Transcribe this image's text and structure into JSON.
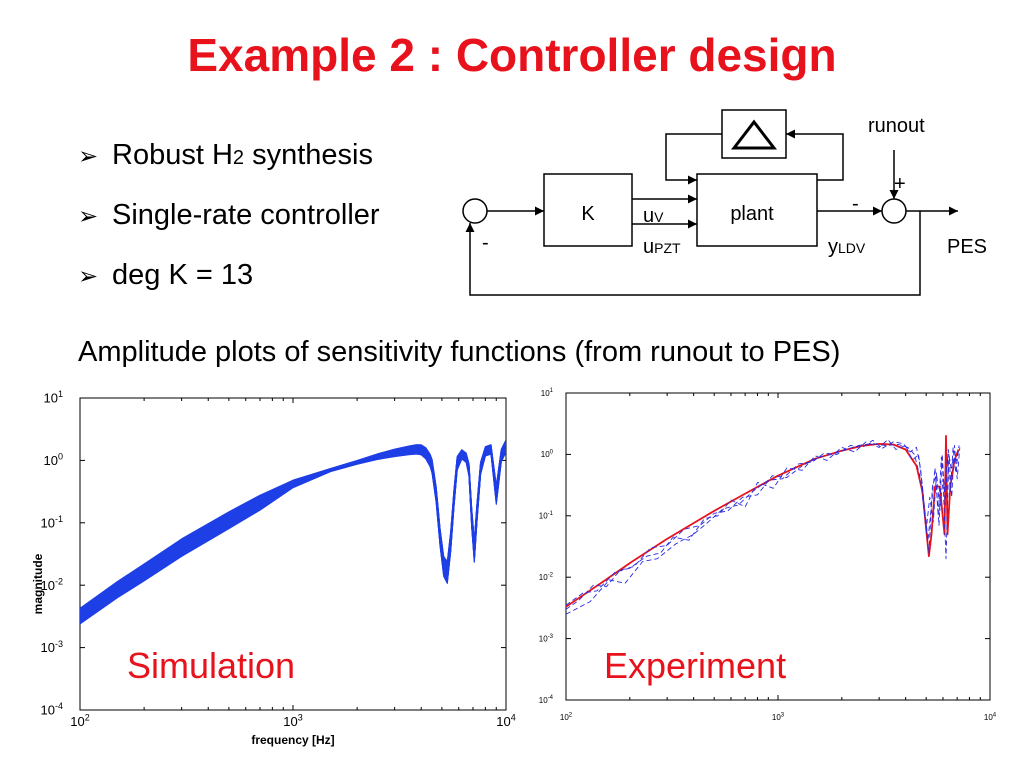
{
  "slide": {
    "title": "Example 2 : Controller design",
    "title_color": "#e8121c",
    "bullet_icon": "arrow-bullet-icon",
    "bullets": [
      {
        "main": "Robust H",
        "sub": "2",
        "rest": " synthesis"
      },
      {
        "main": "Single-rate controller"
      },
      {
        "main": "deg K = 13"
      }
    ],
    "caption": "Amplitude plots of sensitivity functions  (from runout to PES)"
  },
  "diagram": {
    "k_block": "K",
    "plant_block": "plant",
    "uncertainty_icon": "triangle-icon",
    "runout": "runout",
    "plus_sign": "+",
    "minus_runout": "-",
    "minus_feedback": "-",
    "uv_main": "u",
    "uv_sub": "V",
    "upzt_main": "u",
    "upzt_sub": "PZT",
    "yldv_main": "y",
    "yldv_sub": "LDV",
    "pes": "PES"
  },
  "chart_data": [
    {
      "type": "line",
      "x_scale": "log",
      "y_scale": "log",
      "xlim": [
        100,
        10000
      ],
      "ylim": [
        0.0001,
        10
      ],
      "x_ticks": [
        {
          "base": "10",
          "exp": "2"
        },
        {
          "base": "10",
          "exp": "3"
        },
        {
          "base": "10",
          "exp": "4"
        }
      ],
      "y_ticks": [
        {
          "base": "10",
          "exp": "-4"
        },
        {
          "base": "10",
          "exp": "-3"
        },
        {
          "base": "10",
          "exp": "-2"
        },
        {
          "base": "10",
          "exp": "-1"
        },
        {
          "base": "10",
          "exp": "0"
        },
        {
          "base": "10",
          "exp": "1"
        }
      ],
      "xlabel": "frequency [Hz]",
      "ylabel": "magnitude",
      "annotation": "Simulation",
      "annotation_color": "#e8121c",
      "series": [
        {
          "style": "solid-band",
          "color": "#1f3fe6",
          "x": [
            100,
            150,
            200,
            300,
            500,
            700,
            1000,
            1500,
            2000,
            2500,
            3000,
            3500,
            3800,
            4000,
            4200,
            4400,
            4500,
            4700,
            4900,
            5100,
            5300,
            5500,
            5700,
            5900,
            6200,
            6500,
            6700,
            6900,
            7100,
            7300,
            7600,
            8000,
            8500,
            9000,
            9500,
            10000
          ],
          "y": [
            0.0032,
            0.0085,
            0.016,
            0.04,
            0.11,
            0.21,
            0.42,
            0.7,
            0.93,
            1.15,
            1.32,
            1.45,
            1.5,
            1.48,
            1.3,
            1.0,
            0.8,
            0.28,
            0.06,
            0.02,
            0.016,
            0.05,
            0.25,
            0.9,
            1.25,
            1.1,
            0.7,
            0.12,
            0.035,
            0.14,
            0.75,
            1.4,
            1.5,
            0.28,
            1.2,
            1.7
          ],
          "spread": [
            0.25,
            0.26,
            0.27,
            0.28,
            0.27,
            0.24,
            0.12,
            0.05,
            0.06,
            0.09,
            0.12,
            0.14,
            0.15,
            0.16,
            0.18,
            0.2,
            0.22,
            0.25,
            0.28,
            0.32,
            0.35,
            0.32,
            0.28,
            0.22,
            0.15,
            0.15,
            0.2,
            0.3,
            0.35,
            0.3,
            0.2,
            0.15,
            0.15,
            0.3,
            0.2,
            0.2
          ]
        }
      ]
    },
    {
      "type": "line",
      "x_scale": "log",
      "y_scale": "log",
      "xlim": [
        100,
        10000
      ],
      "ylim": [
        0.0001,
        10
      ],
      "x_ticks": [
        {
          "base": "10",
          "exp": "2"
        },
        {
          "base": "10",
          "exp": "3"
        },
        {
          "base": "10",
          "exp": "4"
        }
      ],
      "y_ticks": [
        {
          "base": "10",
          "exp": "-4"
        },
        {
          "base": "10",
          "exp": "-3"
        },
        {
          "base": "10",
          "exp": "-2"
        },
        {
          "base": "10",
          "exp": "-1"
        },
        {
          "base": "10",
          "exp": "0"
        },
        {
          "base": "10",
          "exp": "1"
        }
      ],
      "annotation": "Experiment",
      "annotation_color": "#e8121c",
      "series": [
        {
          "style": "solid",
          "color": "#e8121c",
          "x": [
            100,
            150,
            200,
            300,
            500,
            700,
            1000,
            1500,
            2000,
            2500,
            3000,
            3500,
            4000,
            4500,
            4800,
            5000,
            5150,
            5300,
            5500,
            5800,
            6100,
            6200,
            6300,
            6500,
            6800,
            7100
          ],
          "y": [
            0.0033,
            0.0085,
            0.017,
            0.042,
            0.12,
            0.23,
            0.45,
            0.85,
            1.15,
            1.38,
            1.48,
            1.45,
            1.2,
            0.65,
            0.25,
            0.06,
            0.022,
            0.05,
            0.3,
            0.3,
            0.05,
            2.0,
            0.05,
            0.3,
            0.8,
            1.2
          ]
        },
        {
          "style": "dashed",
          "color": "#2a2ae0",
          "x": [
            100,
            120,
            140,
            170,
            200,
            240,
            280,
            320,
            380,
            450,
            520,
            600,
            700,
            800,
            950,
            1100,
            1300,
            1500,
            1700,
            2000,
            2300,
            2600,
            3000,
            3300,
            3600,
            4000,
            4300,
            4600,
            4800,
            5000,
            5200,
            5400,
            5600,
            5800,
            6000,
            6200,
            6400,
            6600,
            6800,
            7000,
            7200
          ],
          "y": [
            0.0035,
            0.0055,
            0.006,
            0.012,
            0.014,
            0.022,
            0.025,
            0.045,
            0.04,
            0.09,
            0.1,
            0.18,
            0.14,
            0.35,
            0.28,
            0.6,
            0.55,
            0.95,
            0.8,
            1.3,
            1.1,
            1.6,
            1.3,
            1.75,
            1.2,
            1.4,
            0.8,
            1.0,
            0.3,
            0.06,
            0.2,
            0.08,
            0.5,
            0.12,
            0.4,
            0.02,
            1.0,
            0.2,
            1.4,
            0.4,
            1.3
          ]
        },
        {
          "style": "dashed",
          "color": "#2a2ae0",
          "x": [
            100,
            130,
            160,
            190,
            230,
            270,
            330,
            400,
            470,
            550,
            650,
            760,
            900,
            1050,
            1250,
            1450,
            1650,
            1900,
            2200,
            2500,
            2800,
            3100,
            3500,
            3900,
            4200,
            4500,
            4700,
            4900,
            5100,
            5300,
            5500,
            5700,
            5900,
            6100,
            6300,
            6500,
            6700,
            6900,
            7100
          ],
          "y": [
            0.0025,
            0.004,
            0.009,
            0.008,
            0.018,
            0.02,
            0.035,
            0.05,
            0.08,
            0.13,
            0.15,
            0.25,
            0.38,
            0.4,
            0.7,
            0.75,
            1.05,
            1.0,
            1.4,
            1.3,
            1.7,
            1.25,
            1.6,
            1.5,
            1.1,
            1.3,
            0.6,
            0.15,
            0.04,
            0.15,
            0.6,
            0.1,
            0.9,
            0.25,
            0.9,
            0.25,
            1.3,
            0.5,
            1.2
          ]
        },
        {
          "style": "dashed",
          "color": "#2a2ae0",
          "x": [
            100,
            115,
            135,
            155,
            180,
            210,
            250,
            300,
            360,
            430,
            500,
            580,
            680,
            800,
            940,
            1100,
            1300,
            1550,
            1800,
            2100,
            2400,
            2800,
            3200,
            3700,
            4100,
            4400,
            4700,
            4950,
            5150,
            5350,
            5550,
            5750,
            5950,
            6150,
            6350,
            6550,
            6750,
            6950,
            7150
          ],
          "y": [
            0.003,
            0.0042,
            0.0075,
            0.007,
            0.013,
            0.015,
            0.03,
            0.033,
            0.06,
            0.07,
            0.11,
            0.12,
            0.2,
            0.22,
            0.45,
            0.42,
            0.65,
            0.9,
            1.0,
            1.2,
            1.4,
            1.5,
            1.4,
            1.45,
            1.3,
            1.0,
            0.4,
            0.08,
            0.025,
            0.3,
            0.45,
            0.07,
            1.0,
            0.15,
            1.2,
            0.6,
            0.9,
            0.8,
            1.4
          ]
        }
      ]
    }
  ]
}
